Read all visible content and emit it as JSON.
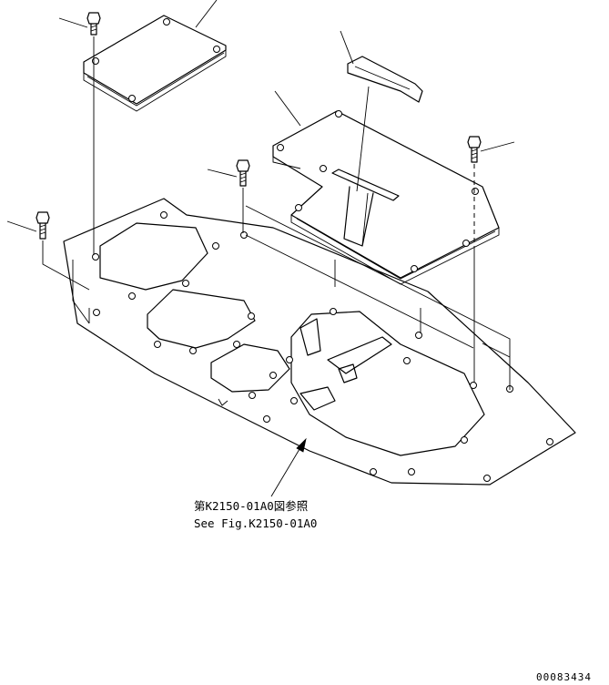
{
  "reference": {
    "line1": "第K2150-01A0図参照",
    "line2": "See Fig.K2150-01A0"
  },
  "drawing_number": "00083434"
}
